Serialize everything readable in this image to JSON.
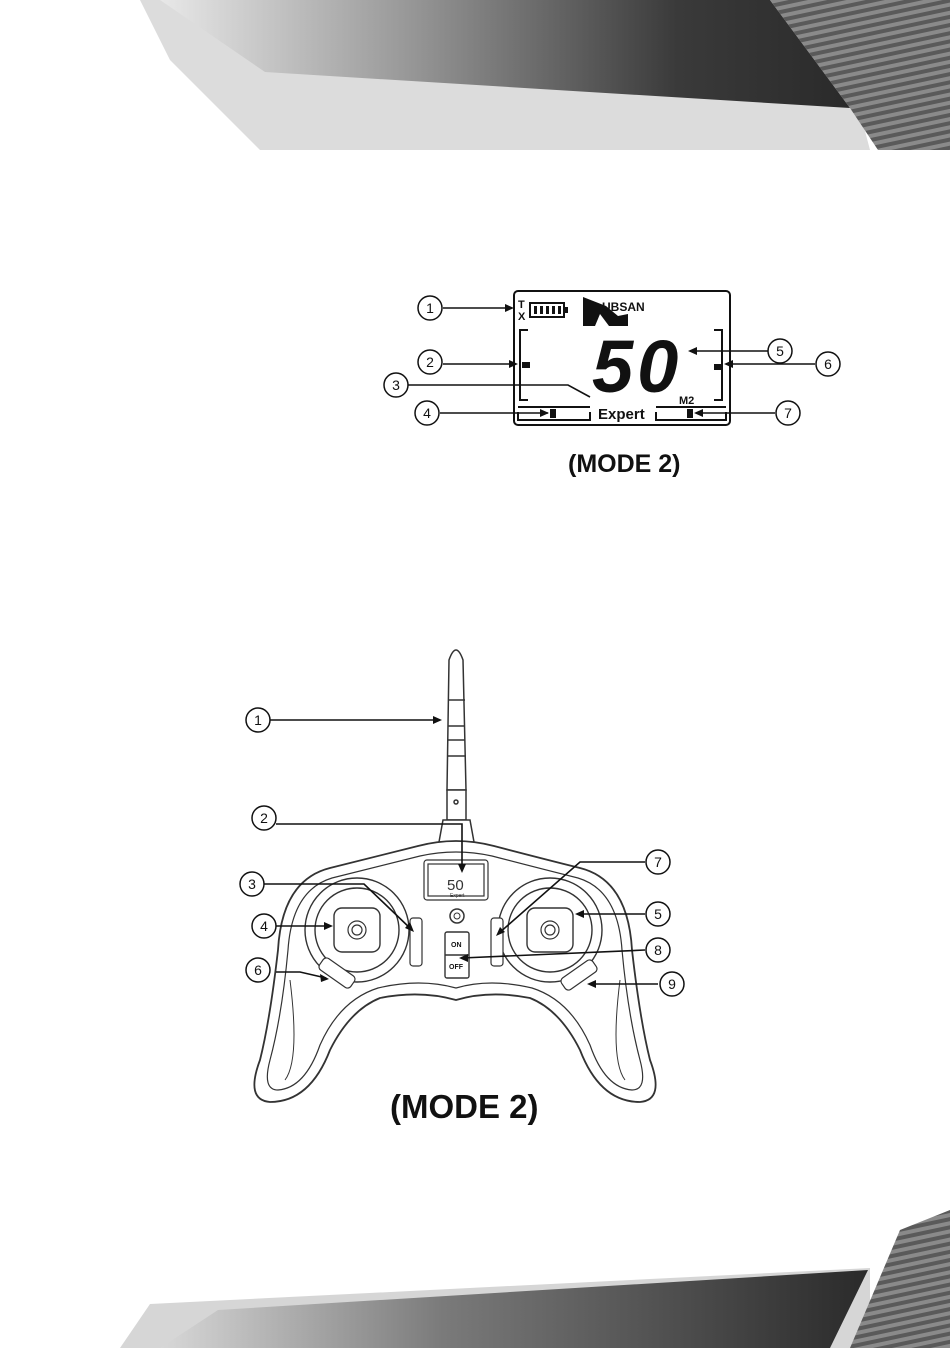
{
  "lcd_figure": {
    "brand": "UBSAN",
    "tx_label_t": "T",
    "tx_label_x": "X",
    "channel_value": "50",
    "mode_indicator": "M2",
    "difficulty_label": "Expert",
    "caption": "(MODE 2)",
    "callouts": [
      "1",
      "2",
      "3",
      "4",
      "5",
      "6",
      "7"
    ]
  },
  "transmitter_figure": {
    "lcd_mini_value": "50",
    "lcd_mini_expert": "Expert",
    "power_on_label": "ON",
    "power_off_label": "OFF",
    "caption": "(MODE 2)",
    "callouts": [
      "1",
      "2",
      "3",
      "4",
      "5",
      "6",
      "7",
      "8",
      "9"
    ]
  },
  "page": {
    "decor_colors": {
      "band_dark": "#3a3a3a",
      "band_light": "#cfcfcf",
      "stripe": "#6a6a6a"
    }
  }
}
